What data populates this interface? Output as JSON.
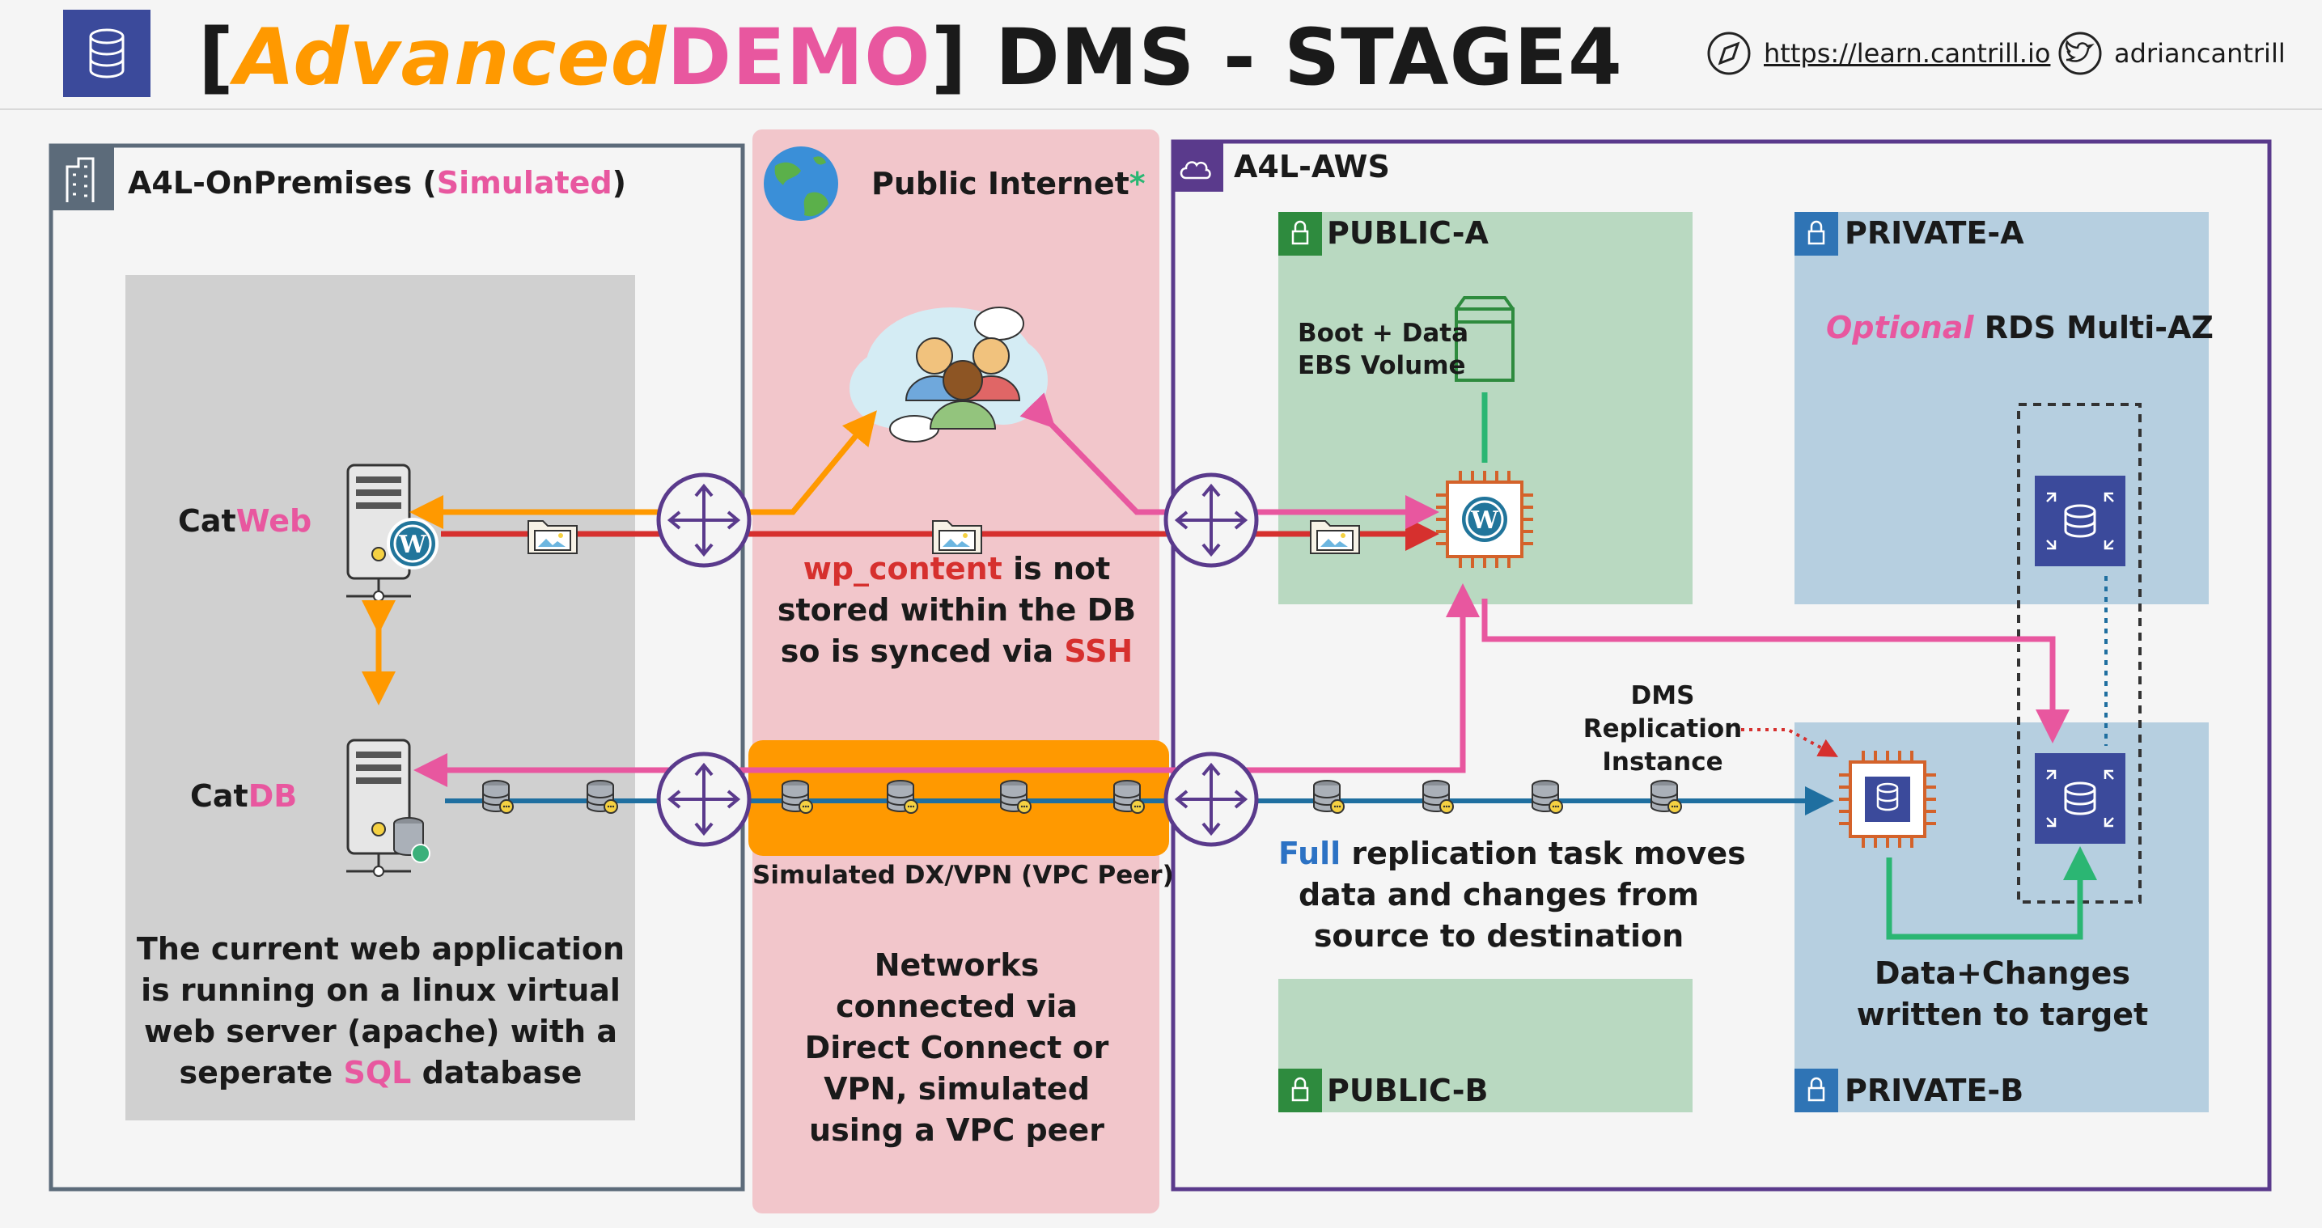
{
  "header": {
    "title_bracket_open": "[",
    "title_advanced": "Advanced",
    "title_demo": "DEMO",
    "title_bracket_close": "]",
    "title_rest": "DMS - STAGE4",
    "website": "https://learn.cantrill.io",
    "twitter": "adriancantrill"
  },
  "onprem": {
    "title": "A4L-OnPremises",
    "paren_open": " (",
    "simulated": "Simulated",
    "paren_close": ")",
    "catweb_a": "Cat",
    "catweb_b": "Web",
    "catdb_a": "Cat",
    "catdb_b": "DB",
    "desc_line1": "The current web application",
    "desc_line2": "is running on a linux virtual",
    "desc_line3": "web server (apache) with a",
    "desc_line4a": "seperate ",
    "desc_line4b": "SQL",
    "desc_line4c": " database"
  },
  "internet": {
    "title": "Public Internet",
    "asterisk": "*",
    "wp_a": "wp_content",
    "wp_b": " is not",
    "wp_line2": "stored within the DB",
    "wp_line3a": "so is synced via ",
    "wp_line3b": "SSH",
    "dx_label": "Simulated DX/VPN (VPC Peer)",
    "net_line1": "Networks",
    "net_line2": "connected via",
    "net_line3": "Direct Connect or",
    "net_line4": "VPN, simulated",
    "net_line5": "using a VPC peer"
  },
  "aws": {
    "title": "A4L-AWS",
    "public_a": "PUBLIC-A",
    "public_b": "PUBLIC-B",
    "private_a": "PRIVATE-A",
    "private_b": "PRIVATE-B",
    "ebs_line1": "Boot + Data",
    "ebs_line2": "EBS Volume",
    "rds_optional": "Optional",
    "rds_rest": " RDS Multi-AZ",
    "dms_line1": "DMS",
    "dms_line2": "Replication",
    "dms_line3": "Instance",
    "full_a": "Full",
    "full_b": " replication task moves",
    "full_line2": "data and changes from",
    "full_line3": "source to destination",
    "target_line1": "Data+Changes",
    "target_line2": "written to target"
  },
  "colors": {
    "orange": "#ff9900",
    "pink": "#e8579f",
    "red": "#d6302e",
    "teal_line": "#1f6fa0",
    "green": "#2bb673",
    "purple": "#5a3a8c",
    "public_subnet": "#b9d9c1",
    "private_subnet": "#b6cfe0",
    "internet_bg": "#f2c6cb"
  },
  "icons": [
    "database-icon",
    "compass-icon",
    "twitter-icon",
    "building-icon",
    "globe-icon",
    "cloud-icon",
    "server-icon",
    "wordpress-icon",
    "folder-icon",
    "router-icon",
    "lock-icon",
    "ebs-volume-icon",
    "ec2-instance-icon",
    "rds-icon",
    "dms-instance-icon"
  ]
}
